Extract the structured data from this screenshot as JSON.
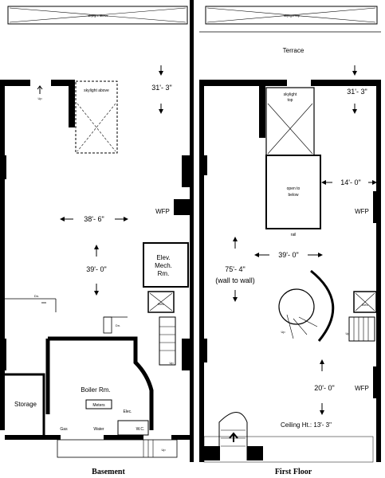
{
  "basement": {
    "caption": "Basement",
    "skylight_strip": "skylight above",
    "skylight": "skylight above",
    "up_top": "Up",
    "depth_dim": "31'- 3\"",
    "width_dim": "38'- 6\"",
    "length_dim": "39'- 0\"",
    "wfp": "WFP",
    "mech_room": [
      "Elev.",
      "Mech.",
      "Rm."
    ],
    "elev": "Elev.",
    "dn_left": "Dn.",
    "dn_right": "Dn.",
    "up_stair": "Up",
    "boiler": "Boiler Rm.",
    "storage": "Storage",
    "meters": "Meters",
    "elec": "Elec.",
    "gas": "Gas",
    "water": "Water",
    "wc": "W.C.",
    "up_bottom": "Up"
  },
  "first_floor": {
    "caption": "First Floor",
    "skylight_strip": "skylight top",
    "terrace": "Terrace",
    "skylight_top": [
      "skylight",
      "top"
    ],
    "depth_dim": "31'- 3\"",
    "open_below": [
      "open to",
      "below"
    ],
    "width_dim1": "14'- 0\"",
    "wfp1": "WFP",
    "rail": "rail",
    "width_dim2": "39'- 0\"",
    "length_dim": [
      "75'- 4\"",
      "(wall to wall)"
    ],
    "elev": "Elev.",
    "up_spiral": "Up",
    "up_stair": "Up",
    "dim_20": "20'- 0\"",
    "wfp2": "WFP",
    "ceiling": "Ceiling Ht.: 13'- 3\""
  }
}
